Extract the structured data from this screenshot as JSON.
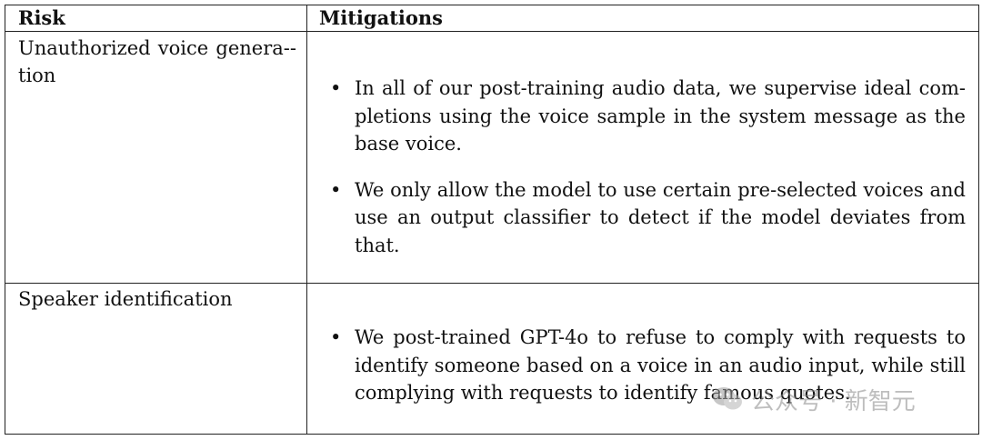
{
  "table": {
    "header": {
      "risk": "Risk",
      "mitigations": "Mitigations"
    },
    "rows": [
      {
        "risk": "Unauthorized voice genera-­tion",
        "mitigations": [
          "In all of our post-training audio data, we supervise ideal com­pletions using the voice sample in the system message as the base voice.",
          "We only allow the model to use certain pre-selected voices and use an output classifier to detect if the model deviates from that."
        ]
      },
      {
        "risk": "Speaker identification",
        "mitigations": [
          "We post-trained GPT-4o to refuse to comply with requests to identify someone based on a voice in an audio input, while still complying with requests to identify famous quotes."
        ]
      }
    ]
  },
  "watermark": {
    "text": "公众号 · 新智元",
    "icon": "wechat-logo-icon"
  }
}
